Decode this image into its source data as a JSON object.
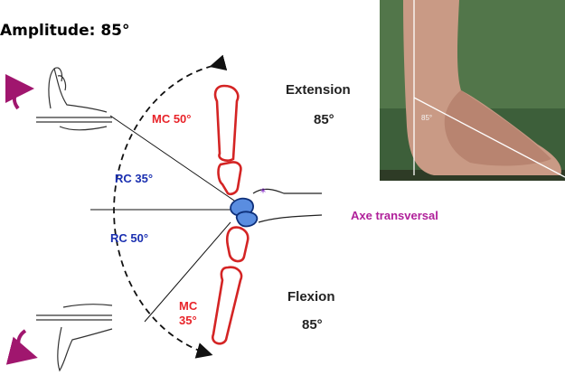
{
  "title": "Amplitude: 85°",
  "extension": {
    "label": "Extension",
    "angle": "85°"
  },
  "flexion": {
    "label": "Flexion",
    "angle": "85°"
  },
  "mc_upper": "MC 50°",
  "rc_upper": "RC 35°",
  "rc_lower": "RC 50°",
  "mc_lower_line1": "MC",
  "mc_lower_line2": "35°",
  "axe": "Axe transversal",
  "photo_angle": "85°",
  "colors": {
    "mc": "#e8242a",
    "rc": "#1a2fb0",
    "axe": "#b0209a",
    "rotation_arrow": "#a0166e",
    "carpal": "#3b6fc4"
  }
}
